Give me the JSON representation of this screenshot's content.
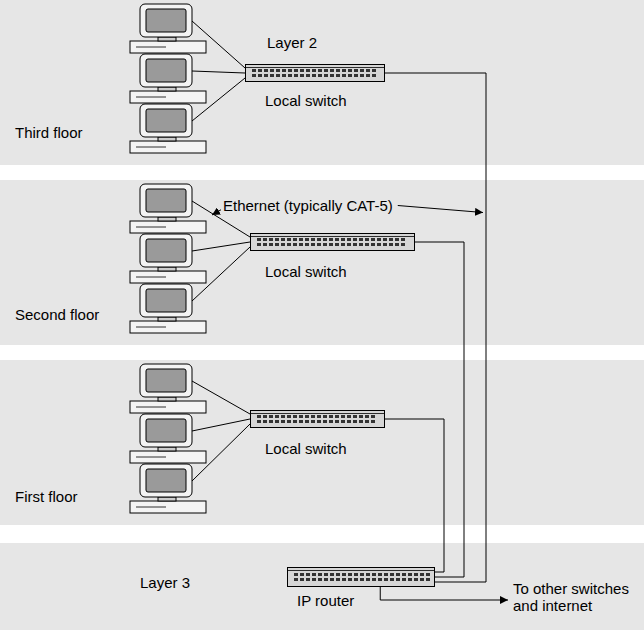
{
  "diagram": {
    "nodes": [
      {
        "text": [
          "Third floor"
        ]
      },
      {
        "text": [
          "Local switch"
        ],
        "in": 0
      },
      {
        "text": [
          "Second floor"
        ]
      },
      {
        "text": [
          "Local switch"
        ],
        "in": 2
      },
      {
        "text": [
          "First floor"
        ]
      },
      {
        "text": [
          "Local switch"
        ],
        "in": 4
      },
      {
        "text": [
          "Layer 3"
        ]
      },
      {
        "text": [
          "IP router"
        ],
        "in": 6
      }
    ],
    "edges": [
      {
        "from": 1,
        "to": 7,
        "arrow": "none"
      },
      {
        "from": 3,
        "to": 7,
        "arrow": "none"
      },
      {
        "from": 5,
        "to": 7,
        "arrow": "none"
      }
    ],
    "labels": [
      "Layer 2",
      "Ethernet (typically CAT-5)",
      "To other switches and internet"
    ]
  }
}
